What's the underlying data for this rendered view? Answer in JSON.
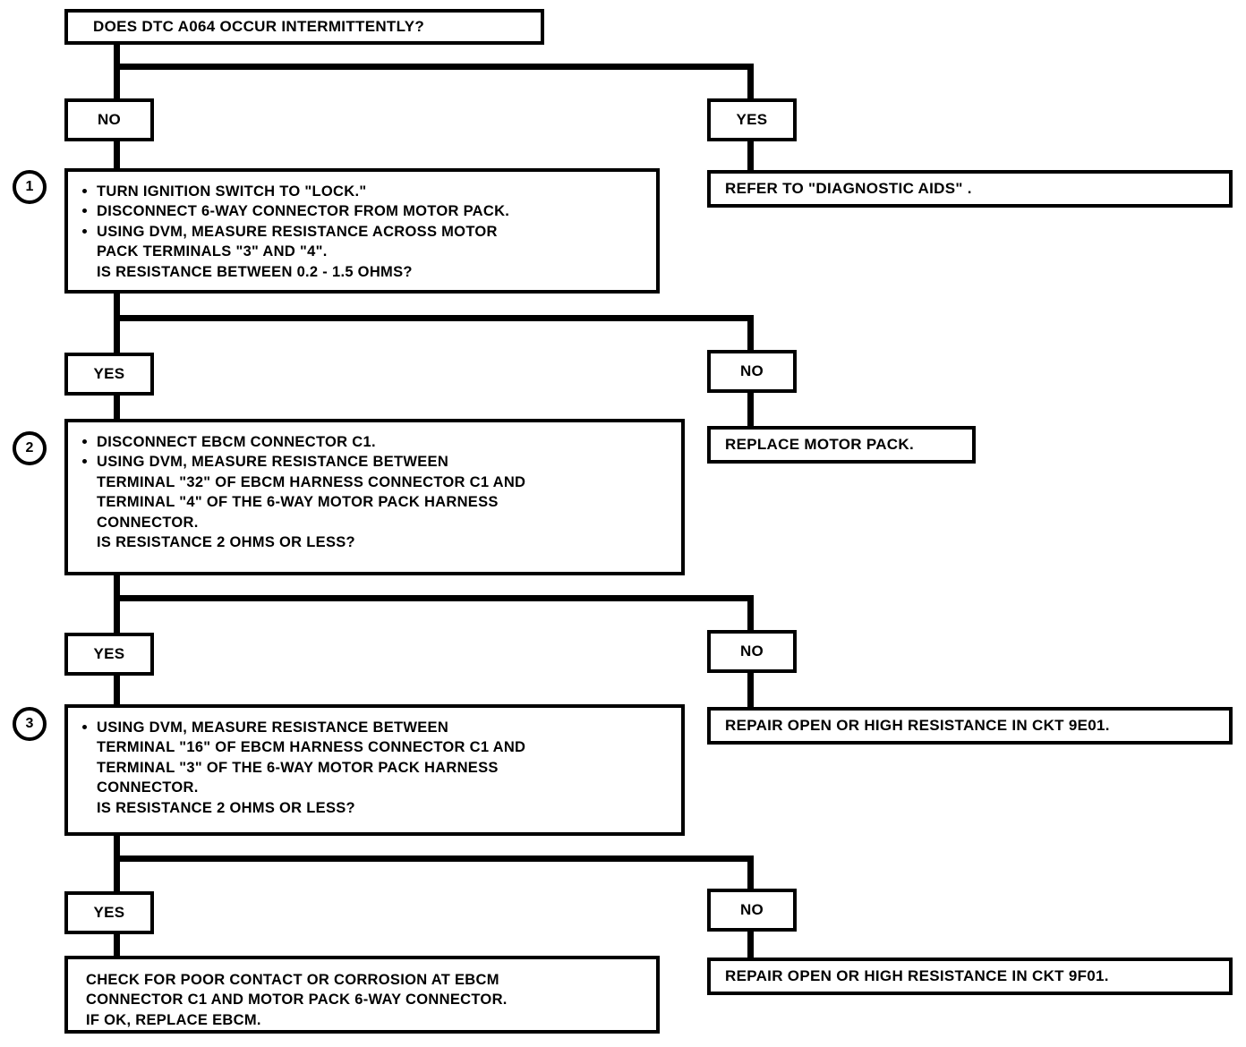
{
  "diagram": {
    "title_box": {
      "text": "DOES DTC A064 OCCUR INTERMITTENTLY?"
    },
    "step_numbers": [
      "1",
      "2",
      "3"
    ],
    "branch_labels": {
      "no": "NO",
      "yes": "YES"
    },
    "level1": {
      "left_label": "NO",
      "right_label": "YES",
      "left_box": {
        "step": "1",
        "bullets": [
          "TURN IGNITION SWITCH TO \"LOCK.\"",
          "DISCONNECT 6-WAY CONNECTOR FROM MOTOR PACK.",
          "USING DVM, MEASURE RESISTANCE ACROSS MOTOR\nPACK TERMINALS \"3\" AND \"4\".\nIS RESISTANCE BETWEEN 0.2 - 1.5 OHMS?"
        ]
      },
      "right_box": {
        "text": "REFER TO \"DIAGNOSTIC AIDS\" ."
      }
    },
    "level2": {
      "left_label": "YES",
      "right_label": "NO",
      "left_box": {
        "step": "2",
        "bullets": [
          "DISCONNECT EBCM CONNECTOR C1.",
          "USING DVM, MEASURE RESISTANCE BETWEEN\nTERMINAL \"32\" OF EBCM HARNESS CONNECTOR C1 AND\nTERMINAL \"4\" OF THE 6-WAY MOTOR PACK HARNESS\nCONNECTOR.\nIS RESISTANCE 2 OHMS OR LESS?"
        ]
      },
      "right_box": {
        "text": "REPLACE MOTOR PACK."
      }
    },
    "level3": {
      "left_label": "YES",
      "right_label": "NO",
      "left_box": {
        "step": "3",
        "bullets": [
          "USING DVM, MEASURE RESISTANCE BETWEEN\nTERMINAL \"16\" OF EBCM HARNESS CONNECTOR C1 AND\nTERMINAL \"3\" OF THE 6-WAY MOTOR PACK HARNESS\nCONNECTOR.\nIS RESISTANCE 2 OHMS OR LESS?"
        ]
      },
      "right_box": {
        "text": "REPAIR OPEN OR HIGH RESISTANCE IN CKT 9E01."
      }
    },
    "level4": {
      "left_label": "YES",
      "right_label": "NO",
      "left_box": {
        "text": "CHECK FOR POOR CONTACT OR CORROSION AT EBCM\nCONNECTOR C1 AND MOTOR PACK 6-WAY CONNECTOR.\nIF OK, REPLACE EBCM."
      },
      "right_box": {
        "text": "REPAIR OPEN OR HIGH RESISTANCE IN CKT 9F01."
      }
    },
    "colors": {
      "line": "#000000",
      "background": "#ffffff",
      "text": "#000000"
    }
  }
}
